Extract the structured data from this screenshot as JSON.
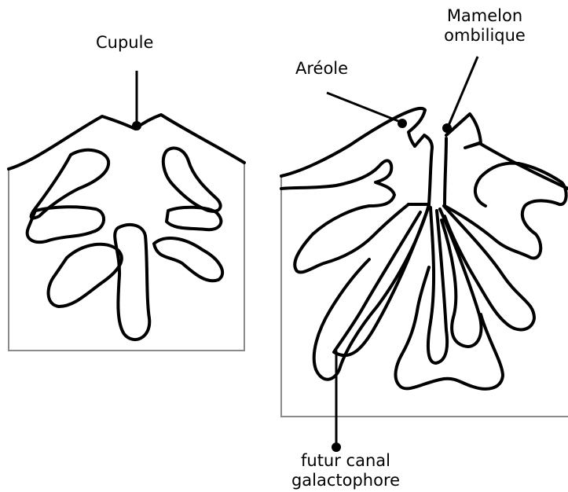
{
  "labels": {
    "cupule": "Cupule",
    "areole": "Aréole",
    "mamelon": [
      "Mamelon",
      "ombilique"
    ],
    "canal": [
      "futur canal",
      "galactophore"
    ]
  },
  "colors": {
    "ink": "#000000",
    "frame": "#8a8a8a",
    "background": "#ffffff"
  }
}
